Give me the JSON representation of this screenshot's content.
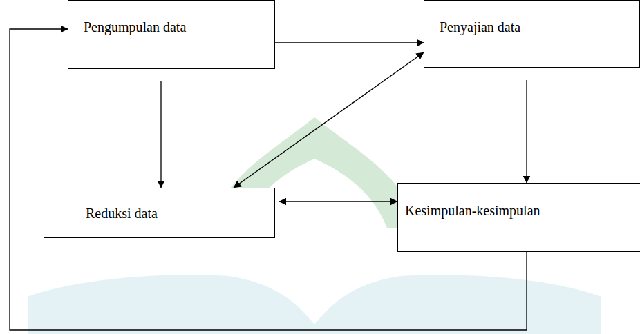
{
  "diagram": {
    "nodes": [
      {
        "text": [
          "Pengumpulan data"
        ]
      },
      {
        "text": [
          "Penyajian data"
        ]
      },
      {
        "text": [
          "Reduksi data"
        ]
      },
      {
        "text": [
          "Kesimpulan-kesimpulan"
        ]
      }
    ],
    "edges": [
      {
        "from": 0,
        "to": 1,
        "arrow": "to"
      },
      {
        "from": 0,
        "to": 2,
        "arrow": "to"
      },
      {
        "from": 1,
        "to": 2,
        "arrow": "both"
      },
      {
        "from": 1,
        "to": 3,
        "arrow": "to"
      },
      {
        "from": 2,
        "to": 3,
        "arrow": "both"
      },
      {
        "from": 3,
        "to": 0,
        "arrow": "to"
      }
    ]
  }
}
